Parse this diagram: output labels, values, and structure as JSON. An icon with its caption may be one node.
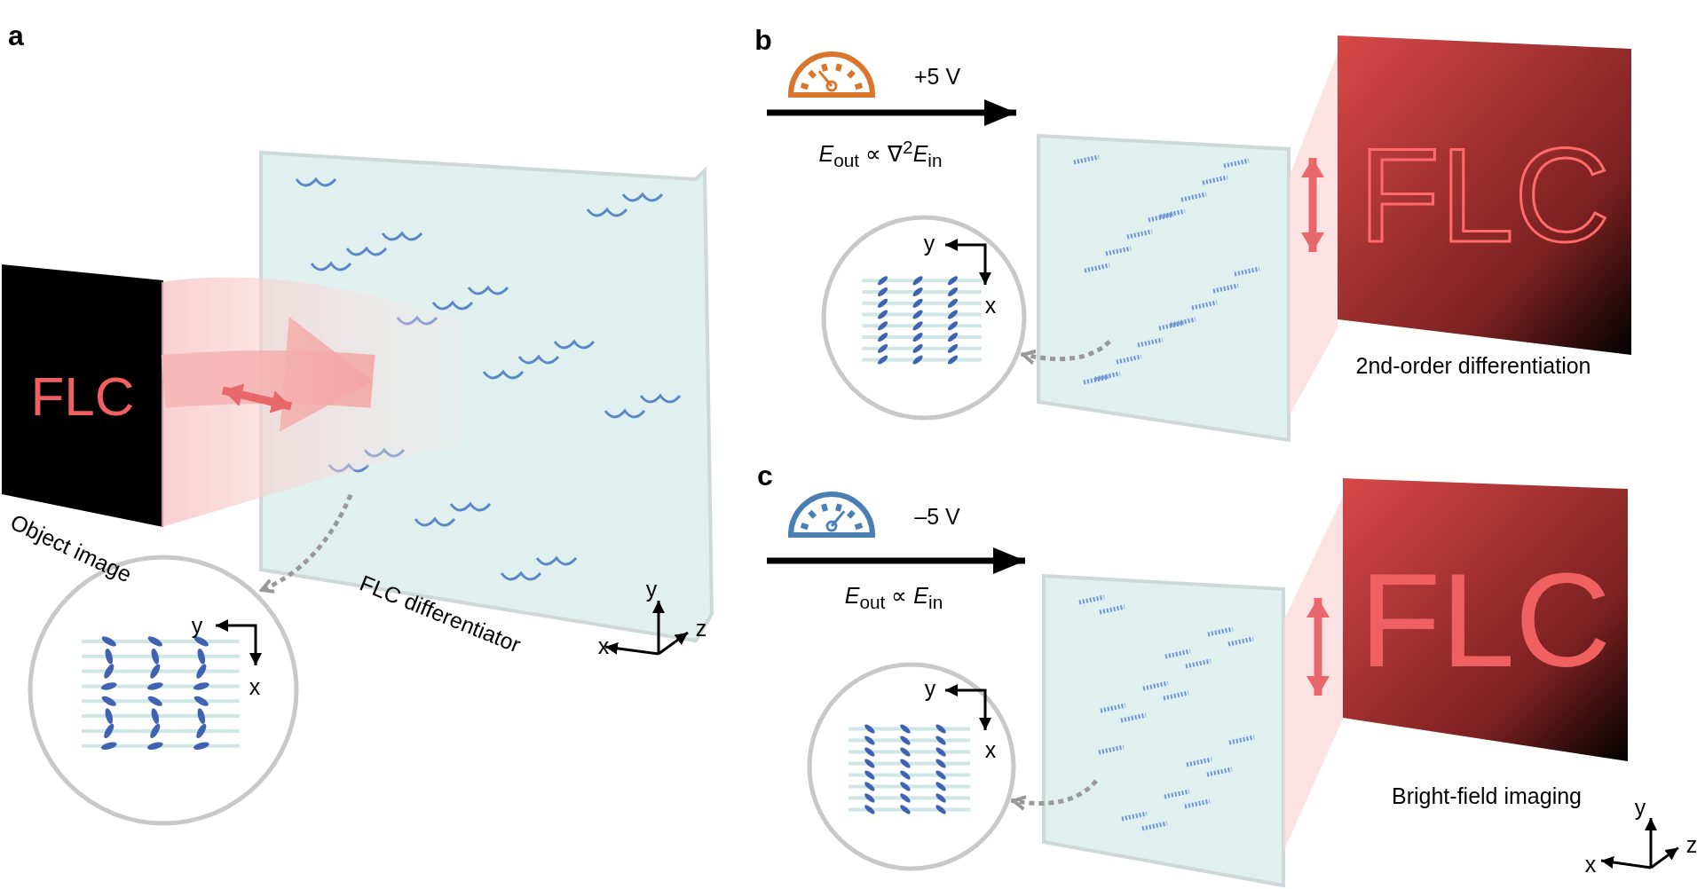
{
  "diagram": {
    "nodes": [
      {
        "text": [
          "FLC"
        ],
        "beside": [
          "Object image"
        ]
      },
      {
        "text": [],
        "shape": "picture",
        "beside": [
          "FLC differentiator"
        ]
      },
      {
        "text": [],
        "shape": "circle"
      },
      {
        "text": [
          "FLC"
        ],
        "beside": [
          "2nd-order differentiation"
        ]
      },
      {
        "text": [],
        "shape": "picture"
      },
      {
        "text": [],
        "shape": "circle"
      },
      {
        "text": [
          "FLC"
        ],
        "beside": [
          "Bright-field imaging"
        ]
      },
      {
        "text": [],
        "shape": "picture"
      },
      {
        "text": [],
        "shape": "circle"
      }
    ],
    "edges": [
      {
        "from": 0,
        "to": 1,
        "arrow": "to",
        "style": "thick",
        "color": "#ef7b7b"
      },
      {
        "from": 1,
        "to": 2,
        "arrow": "to",
        "style": "dashed"
      },
      {
        "from": 4,
        "to": 5,
        "arrow": "to",
        "style": "dashed"
      },
      {
        "from": 7,
        "to": 8,
        "arrow": "to",
        "style": "dashed"
      }
    ],
    "labels": [
      "a",
      "b",
      "+5 V",
      "*E*$_{out}$ ∝ ∇$^{2}$*E*$_{in}$",
      "y",
      "x",
      "c",
      "–5 V",
      "*E*$_{out}$ ∝ *E*$_{in}$",
      "y",
      "x",
      "y",
      "x",
      "z",
      "y",
      "x",
      "y",
      "x",
      "z"
    ]
  }
}
